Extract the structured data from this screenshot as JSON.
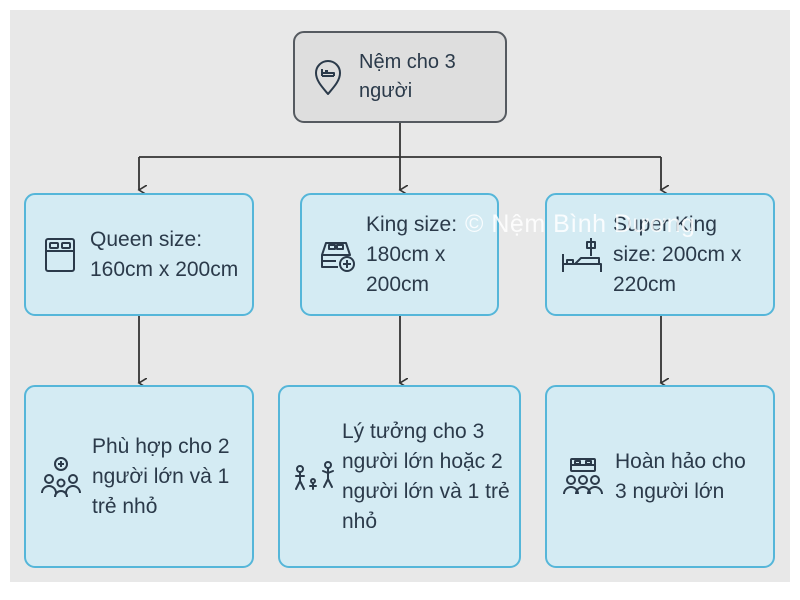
{
  "root": {
    "text": "Nệm cho 3 người",
    "icon": "bed-pin-icon"
  },
  "sizes": [
    {
      "text": "Queen size: 160cm x 200cm",
      "icon": "mattress-icon"
    },
    {
      "text": "King size: 180cm x 200cm",
      "icon": "bed-add-icon"
    },
    {
      "text": "Super King size: 200cm x 220cm",
      "icon": "hospital-bed-icon"
    }
  ],
  "fits": [
    {
      "text": "Phù hợp cho 2 người lớn và 1 trẻ nhỏ",
      "icon": "family-add-icon"
    },
    {
      "text": "Lý tưởng cho 3 người lớn hoặc 2 người lớn và 1 trẻ nhỏ",
      "icon": "playing-family-icon"
    },
    {
      "text": "Hoàn hảo cho 3 người lớn",
      "icon": "group-bed-icon"
    }
  ],
  "watermark": "© Nệm Bình Dương",
  "colors": {
    "background": "#e8e8e8",
    "root_fill": "#dedede",
    "root_border": "#555a60",
    "card_fill": "#d4ebf3",
    "card_border": "#55b6d9",
    "connector": "#333333"
  }
}
